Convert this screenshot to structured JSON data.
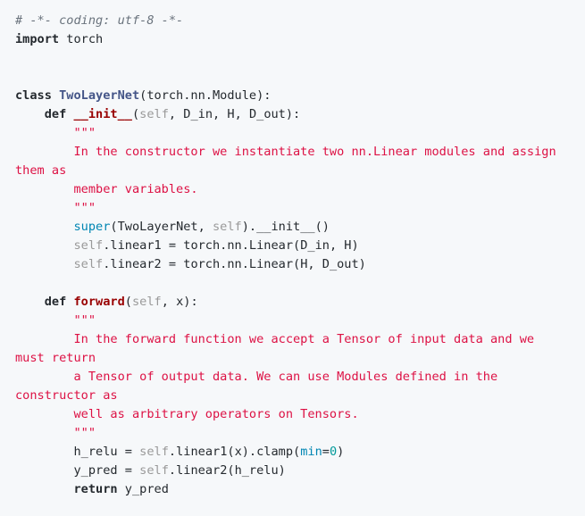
{
  "code": {
    "language": "python",
    "line_1": "# -*- coding: utf-8 -*-",
    "kw_import": "import",
    "mod_torch": " torch",
    "kw_class": "class",
    "class_name": "TwoLayerNet",
    "class_base": "(torch.nn.Module):",
    "kw_def": "def",
    "fn_init": "__init__",
    "self": "self",
    "init_params": ", D_in, H, D_out):",
    "docstring_quote": "\"\"\"",
    "doc1_line1": "        In the constructor we instantiate two nn.Linear modules and assign",
    "doc1_line2": "them as",
    "doc1_line3": "        member variables.",
    "builtin_super": "super",
    "super_args": "(TwoLayerNet, ",
    "super_tail": ").__init__()",
    "linear1_tail": ".linear1 = torch.nn.Linear(D_in, H)",
    "linear2_tail": ".linear2 = torch.nn.Linear(H, D_out)",
    "fn_forward": "forward",
    "forward_params": ", x):",
    "doc2_line1": "        In the forward function we accept a Tensor of input data and we",
    "doc2_line2": "must return",
    "doc2_line3": "        a Tensor of output data. We can use Modules defined in the",
    "doc2_line4": "constructor as",
    "doc2_line5": "        well as arbitrary operators on Tensors.",
    "h_relu_head": "h_relu = ",
    "h_relu_mid": ".linear1(x).clamp(",
    "kwarg_min": "min",
    "eq": "=",
    "num_zero": "0",
    "close_paren": ")",
    "y_pred_head": "y_pred = ",
    "y_pred_tail": ".linear2(h_relu)",
    "kw_return": "return",
    "return_value": " y_pred"
  }
}
